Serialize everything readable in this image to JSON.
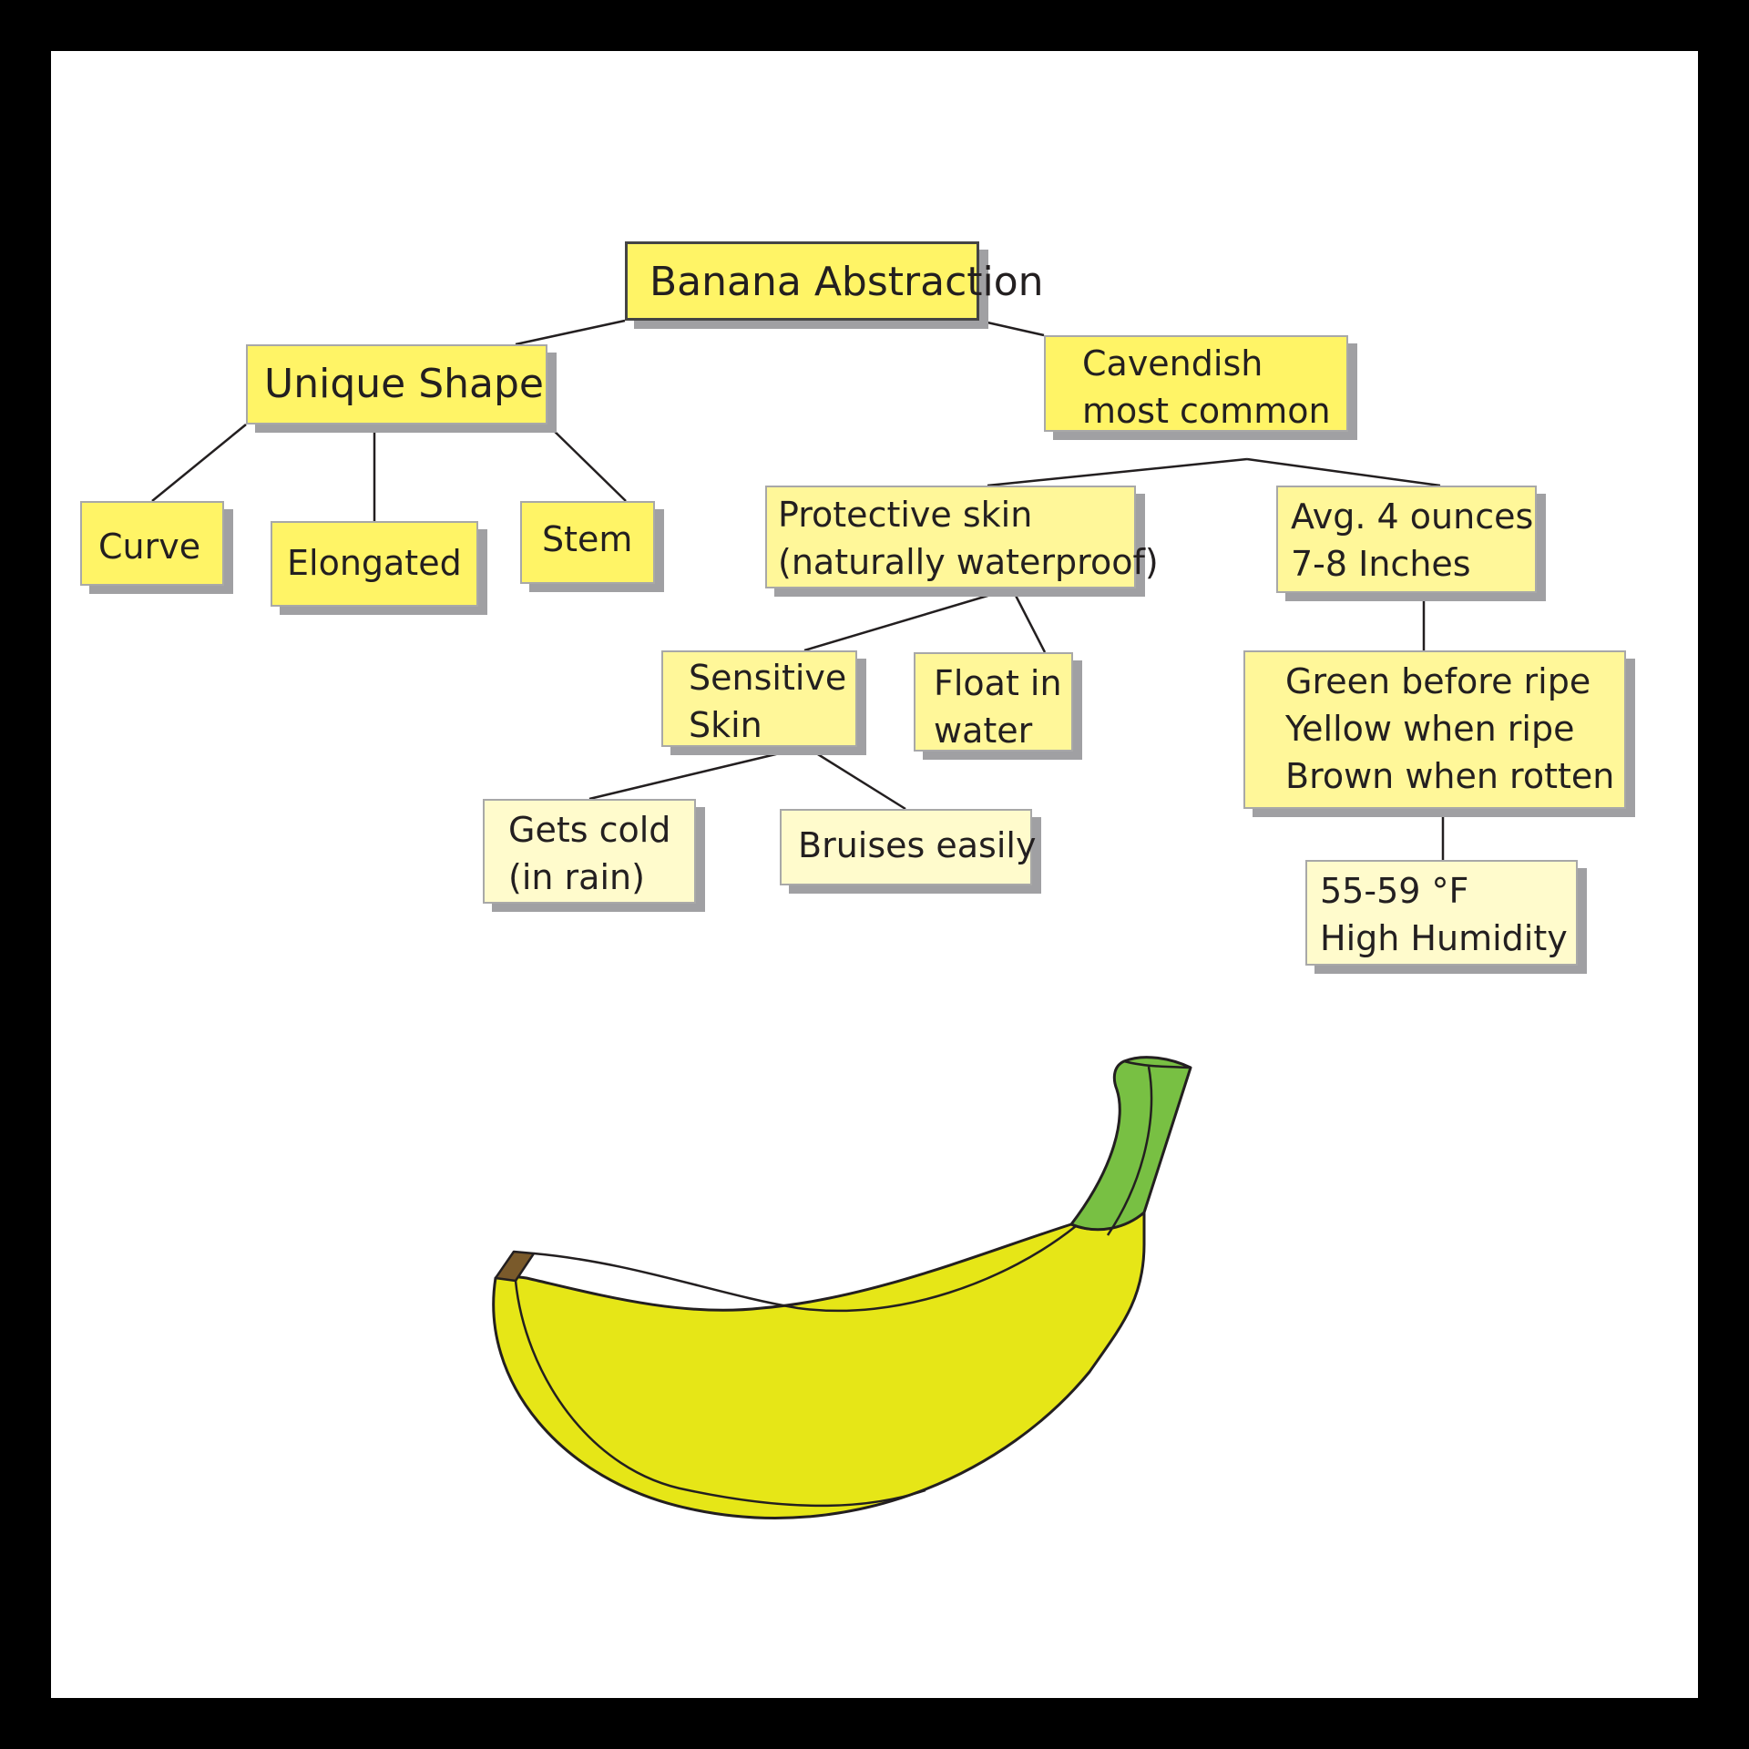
{
  "diagram": {
    "root": {
      "lines": [
        "Banana Abstraction"
      ]
    },
    "unique_shape": {
      "lines": [
        "Unique Shape"
      ]
    },
    "curve": {
      "lines": [
        "Curve"
      ]
    },
    "elongated": {
      "lines": [
        "Elongated"
      ]
    },
    "stem": {
      "lines": [
        "Stem"
      ]
    },
    "cavendish": {
      "lines": [
        "Cavendish",
        "most common"
      ]
    },
    "protective_skin": {
      "lines": [
        "Protective skin",
        "(naturally waterproof)"
      ]
    },
    "avg_size": {
      "lines": [
        "Avg. 4 ounces",
        "7-8 Inches"
      ]
    },
    "sensitive_skin": {
      "lines": [
        "Sensitive",
        "Skin"
      ]
    },
    "float": {
      "lines": [
        "Float in",
        "water"
      ]
    },
    "ripeness": {
      "lines": [
        "Green before ripe",
        "Yellow when ripe",
        "Brown when rotten"
      ]
    },
    "gets_cold": {
      "lines": [
        "Gets cold",
        "(in rain)"
      ]
    },
    "bruises": {
      "lines": [
        "Bruises easily"
      ]
    },
    "storage": {
      "lines": [
        "55-59 °F",
        "High Humidity"
      ]
    }
  },
  "colors": {
    "frame": "#000000",
    "node_level1": "#fff466",
    "node_level2": "#fff799",
    "node_level3": "#fffbcc",
    "shadow": "#a0a0a3",
    "banana_body": "#e6e617",
    "banana_stem": "#78c043",
    "banana_tip": "#7a5a2b"
  },
  "illustration": "banana-icon"
}
